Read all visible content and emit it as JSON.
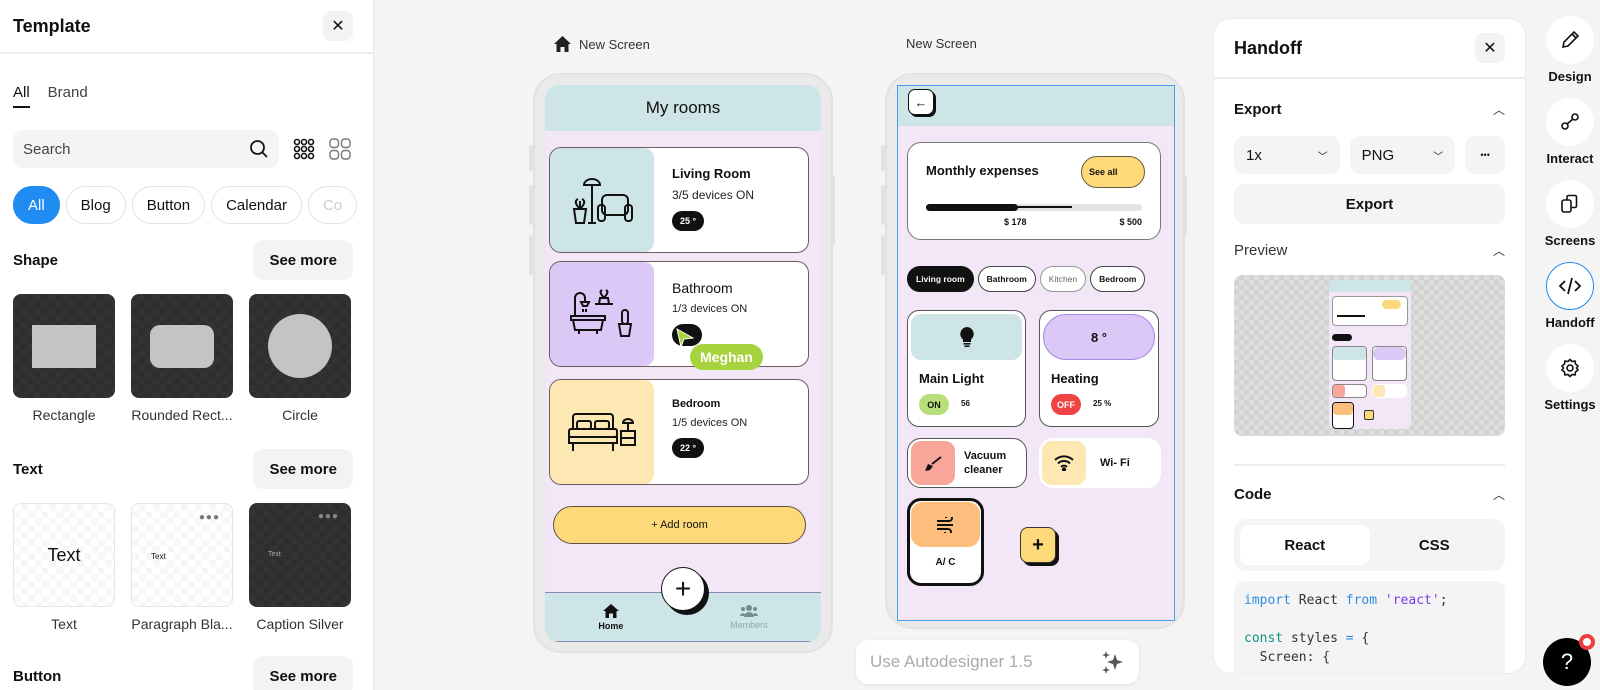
{
  "left_panel": {
    "title": "Template",
    "close_label": "✕",
    "tabs": [
      {
        "label": "All",
        "active": true
      },
      {
        "label": "Brand",
        "active": false
      }
    ],
    "search": {
      "placeholder": "Search",
      "value": ""
    },
    "chips": [
      {
        "label": "All",
        "active": true
      },
      {
        "label": "Blog",
        "active": false
      },
      {
        "label": "Button",
        "active": false
      },
      {
        "label": "Calendar",
        "active": false
      },
      {
        "label": "Co",
        "active": false
      }
    ],
    "sections": [
      {
        "title": "Shape",
        "see_more": "See more",
        "items": [
          "Rectangle",
          "Rounded Rect...",
          "Circle"
        ]
      },
      {
        "title": "Text",
        "see_more": "See more",
        "items": [
          "Text",
          "Paragraph Bla...",
          "Caption Silver"
        ],
        "previews": [
          "Text",
          "Text",
          "Text"
        ]
      },
      {
        "title": "Button",
        "see_more": "See more"
      }
    ]
  },
  "canvas": {
    "screen1": {
      "label": "New Screen",
      "header": "My rooms",
      "rooms": [
        {
          "name": "Living Room",
          "devices": "3/5 devices ON",
          "temp": "25 °",
          "color": "#cde5e6"
        },
        {
          "name": "Bathroom",
          "devices": "1/3 devices ON",
          "temp": "",
          "color": "#dcc8f6"
        },
        {
          "name": "Bedroom",
          "devices": "1/5 devices ON",
          "temp": "22 °",
          "color": "#fde8b3"
        }
      ],
      "add_room": "+ Add room",
      "nav": [
        {
          "label": "Home",
          "active": true
        },
        {
          "label": "Members",
          "active": false
        }
      ],
      "fab": "+"
    },
    "cursor_user": "Meghan",
    "screen2": {
      "label": "New Screen",
      "back": "←",
      "expenses": {
        "title": "Monthly expenses",
        "see_all": "See all",
        "spent": "$ 178",
        "budget": "$ 500",
        "progress_pct": 36
      },
      "filters": [
        {
          "label": "Living room",
          "active": true
        },
        {
          "label": "Bathroom",
          "active": false
        },
        {
          "label": "Kitchen",
          "active": false
        },
        {
          "label": "Bedroom",
          "active": false
        }
      ],
      "devices": [
        {
          "name": "Main Light",
          "state": "ON",
          "value": "56",
          "state_color": "#b8e07a"
        },
        {
          "name": "Heating",
          "state": "OFF",
          "value": "25 %",
          "top": "8 °",
          "state_color": "#ee4444"
        }
      ],
      "mini": [
        {
          "name": "Vacuum cleaner",
          "line1": "Vacuum",
          "line2": "cleaner"
        },
        {
          "name": "Wi- Fi"
        }
      ],
      "ac": "A/ C",
      "plus": "+"
    },
    "autodesigner": {
      "placeholder": "Use Autodesigner 1.5"
    }
  },
  "handoff": {
    "title": "Handoff",
    "close_label": "✕",
    "export": {
      "title": "Export",
      "scale": "1x",
      "format": "PNG",
      "more": "•••",
      "button": "Export"
    },
    "preview": {
      "title": "Preview"
    },
    "code": {
      "title": "Code",
      "tabs": [
        {
          "label": "React",
          "active": true
        },
        {
          "label": "CSS",
          "active": false
        }
      ],
      "lines": [
        "import React from 'react';",
        "",
        "const styles = {",
        "  Screen: {"
      ]
    }
  },
  "rail": {
    "items": [
      {
        "label": "Design",
        "icon": "pencil-icon",
        "active": false
      },
      {
        "label": "Interact",
        "icon": "interact-icon",
        "active": false
      },
      {
        "label": "Screens",
        "icon": "screens-icon",
        "active": false
      },
      {
        "label": "Handoff",
        "icon": "code-icon",
        "active": true
      },
      {
        "label": "Settings",
        "icon": "gear-icon",
        "active": false
      }
    ],
    "help": "?"
  },
  "colors": {
    "accent": "#1e8cf0",
    "mint": "#cde5e6",
    "lavender": "#f3e6f7",
    "yellow": "#fdd97a",
    "cursor": "#a6d33e"
  }
}
